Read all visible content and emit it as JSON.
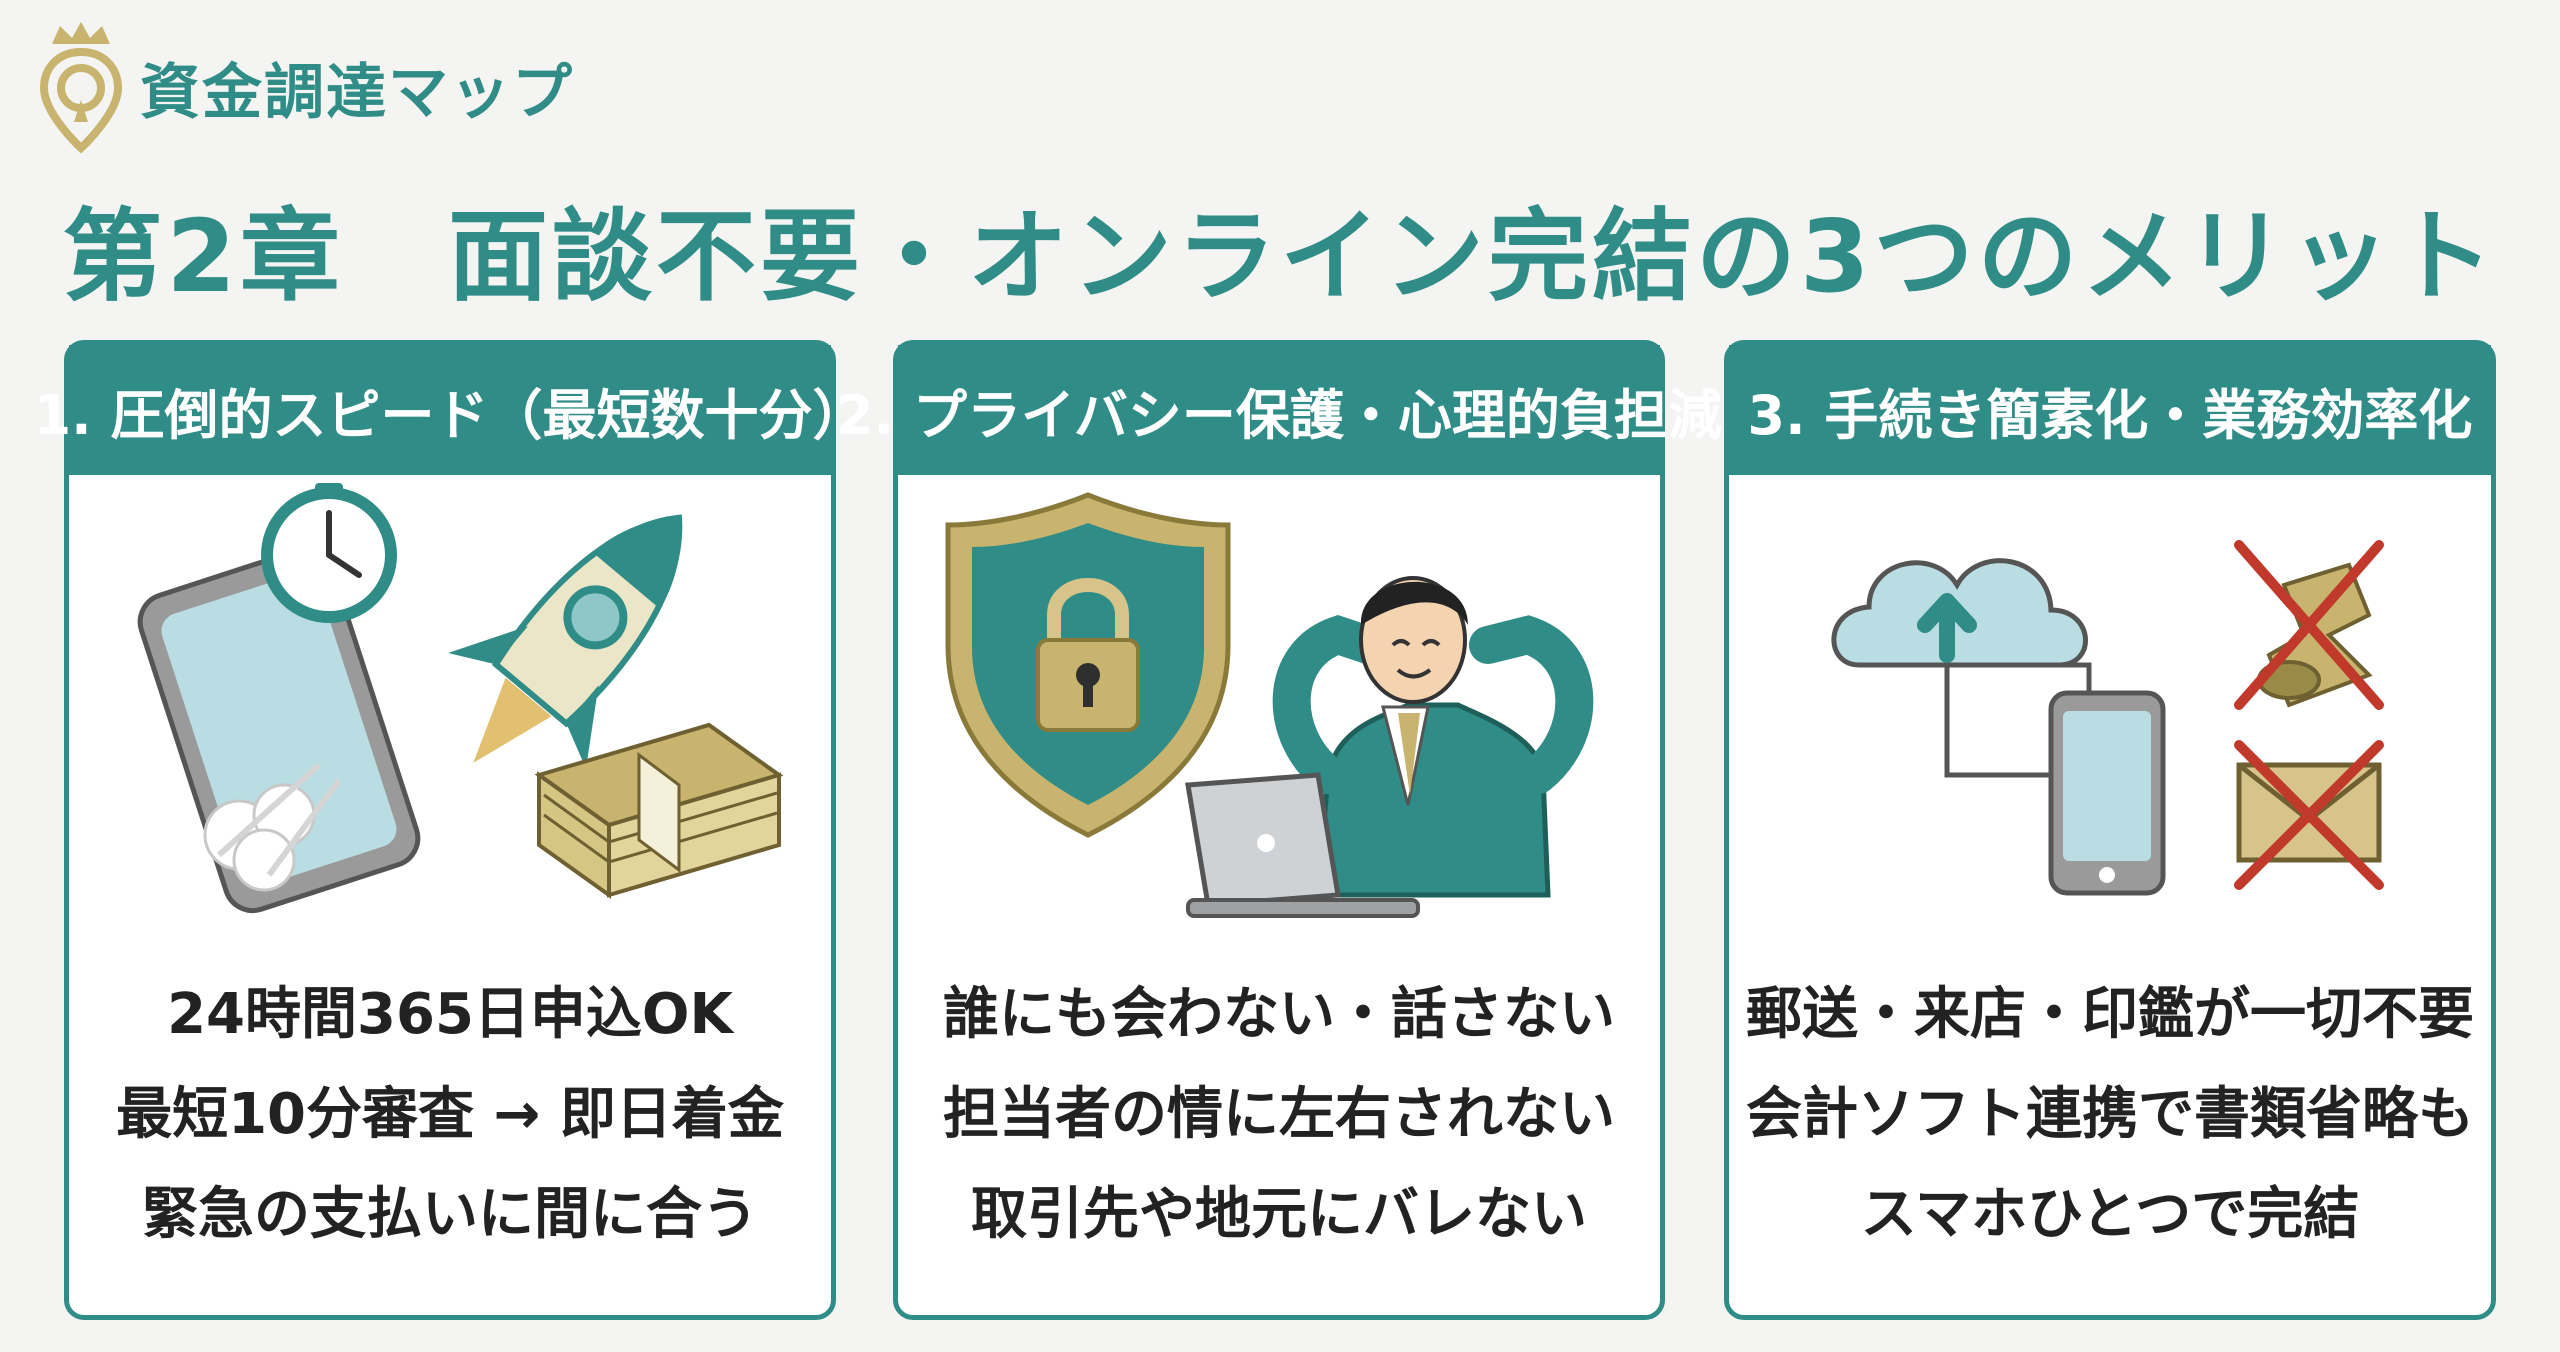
{
  "brand": {
    "name": "資金調達マップ",
    "logo": "crown-pin-logo"
  },
  "title": "第2章　面談不要・オンライン完結の3つのメリット",
  "colors": {
    "accent": "#2f8c86",
    "gold": "#c8b46e",
    "text": "#222222",
    "cross": "#c0392b"
  },
  "cards": [
    {
      "header": "1. 圧倒的スピード（最短数十分）",
      "icons": [
        "smartphone-icon",
        "clock-icon",
        "rocket-icon",
        "money-stack-icon"
      ],
      "lines": [
        "24時間365日申込OK",
        "最短10分審査 → 即日着金",
        "緊急の支払いに間に合う"
      ]
    },
    {
      "header": "2. プライバシー保護・心理的負担減",
      "icons": [
        "shield-lock-icon",
        "relaxed-businessman-icon",
        "laptop-icon"
      ],
      "lines": [
        "誰にも会わない・話さない",
        "担当者の情に左右されない",
        "取引先や地元にバレない"
      ]
    },
    {
      "header": "3. 手続き簡素化・業務効率化",
      "icons": [
        "cloud-upload-icon",
        "smartphone-icon",
        "no-stamp-icon",
        "no-mail-icon"
      ],
      "lines": [
        "郵送・来店・印鑑が一切不要",
        "会計ソフト連携で書類省略も",
        "スマホひとつで完結"
      ]
    }
  ]
}
